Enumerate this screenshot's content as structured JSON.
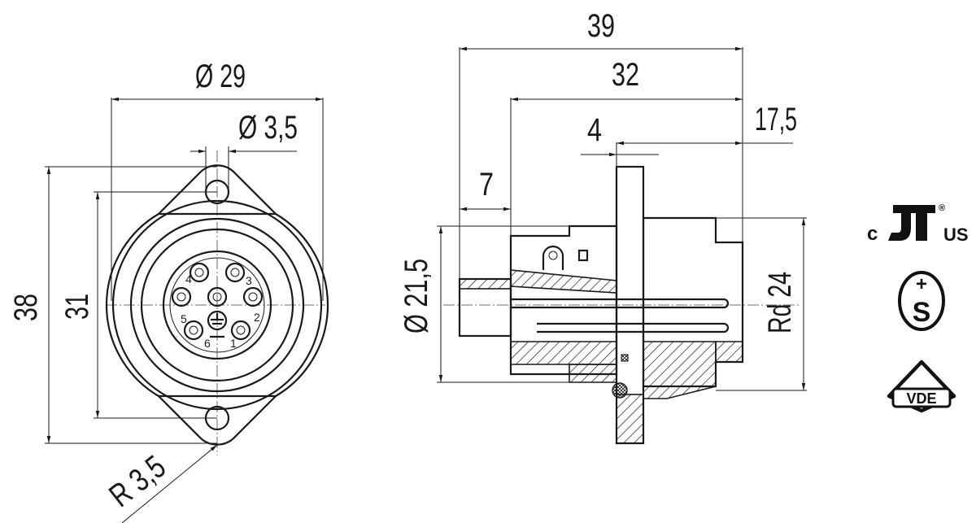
{
  "dimensions": {
    "front_width": "Ø 29",
    "hole_diameter": "Ø 3,5",
    "overall_height": "38",
    "hole_spacing": "31",
    "corner_radius": "R 3,5",
    "overall_length": "39",
    "body_length": "32",
    "flange_thickness": "4",
    "rear_length": "17,5",
    "front_offset": "7",
    "body_diameter": "Ø 21,5",
    "thread": "Rd 24"
  },
  "pin_numbers": [
    "1",
    "2",
    "3",
    "4",
    "5",
    "6"
  ],
  "certifications": [
    {
      "name": "cul-us-mark",
      "prefix": "c",
      "suffix": "US",
      "trademark": "®"
    },
    {
      "name": "s-mark",
      "plus": "+",
      "letter": "S"
    },
    {
      "name": "vde-mark",
      "label": "VDE"
    }
  ]
}
